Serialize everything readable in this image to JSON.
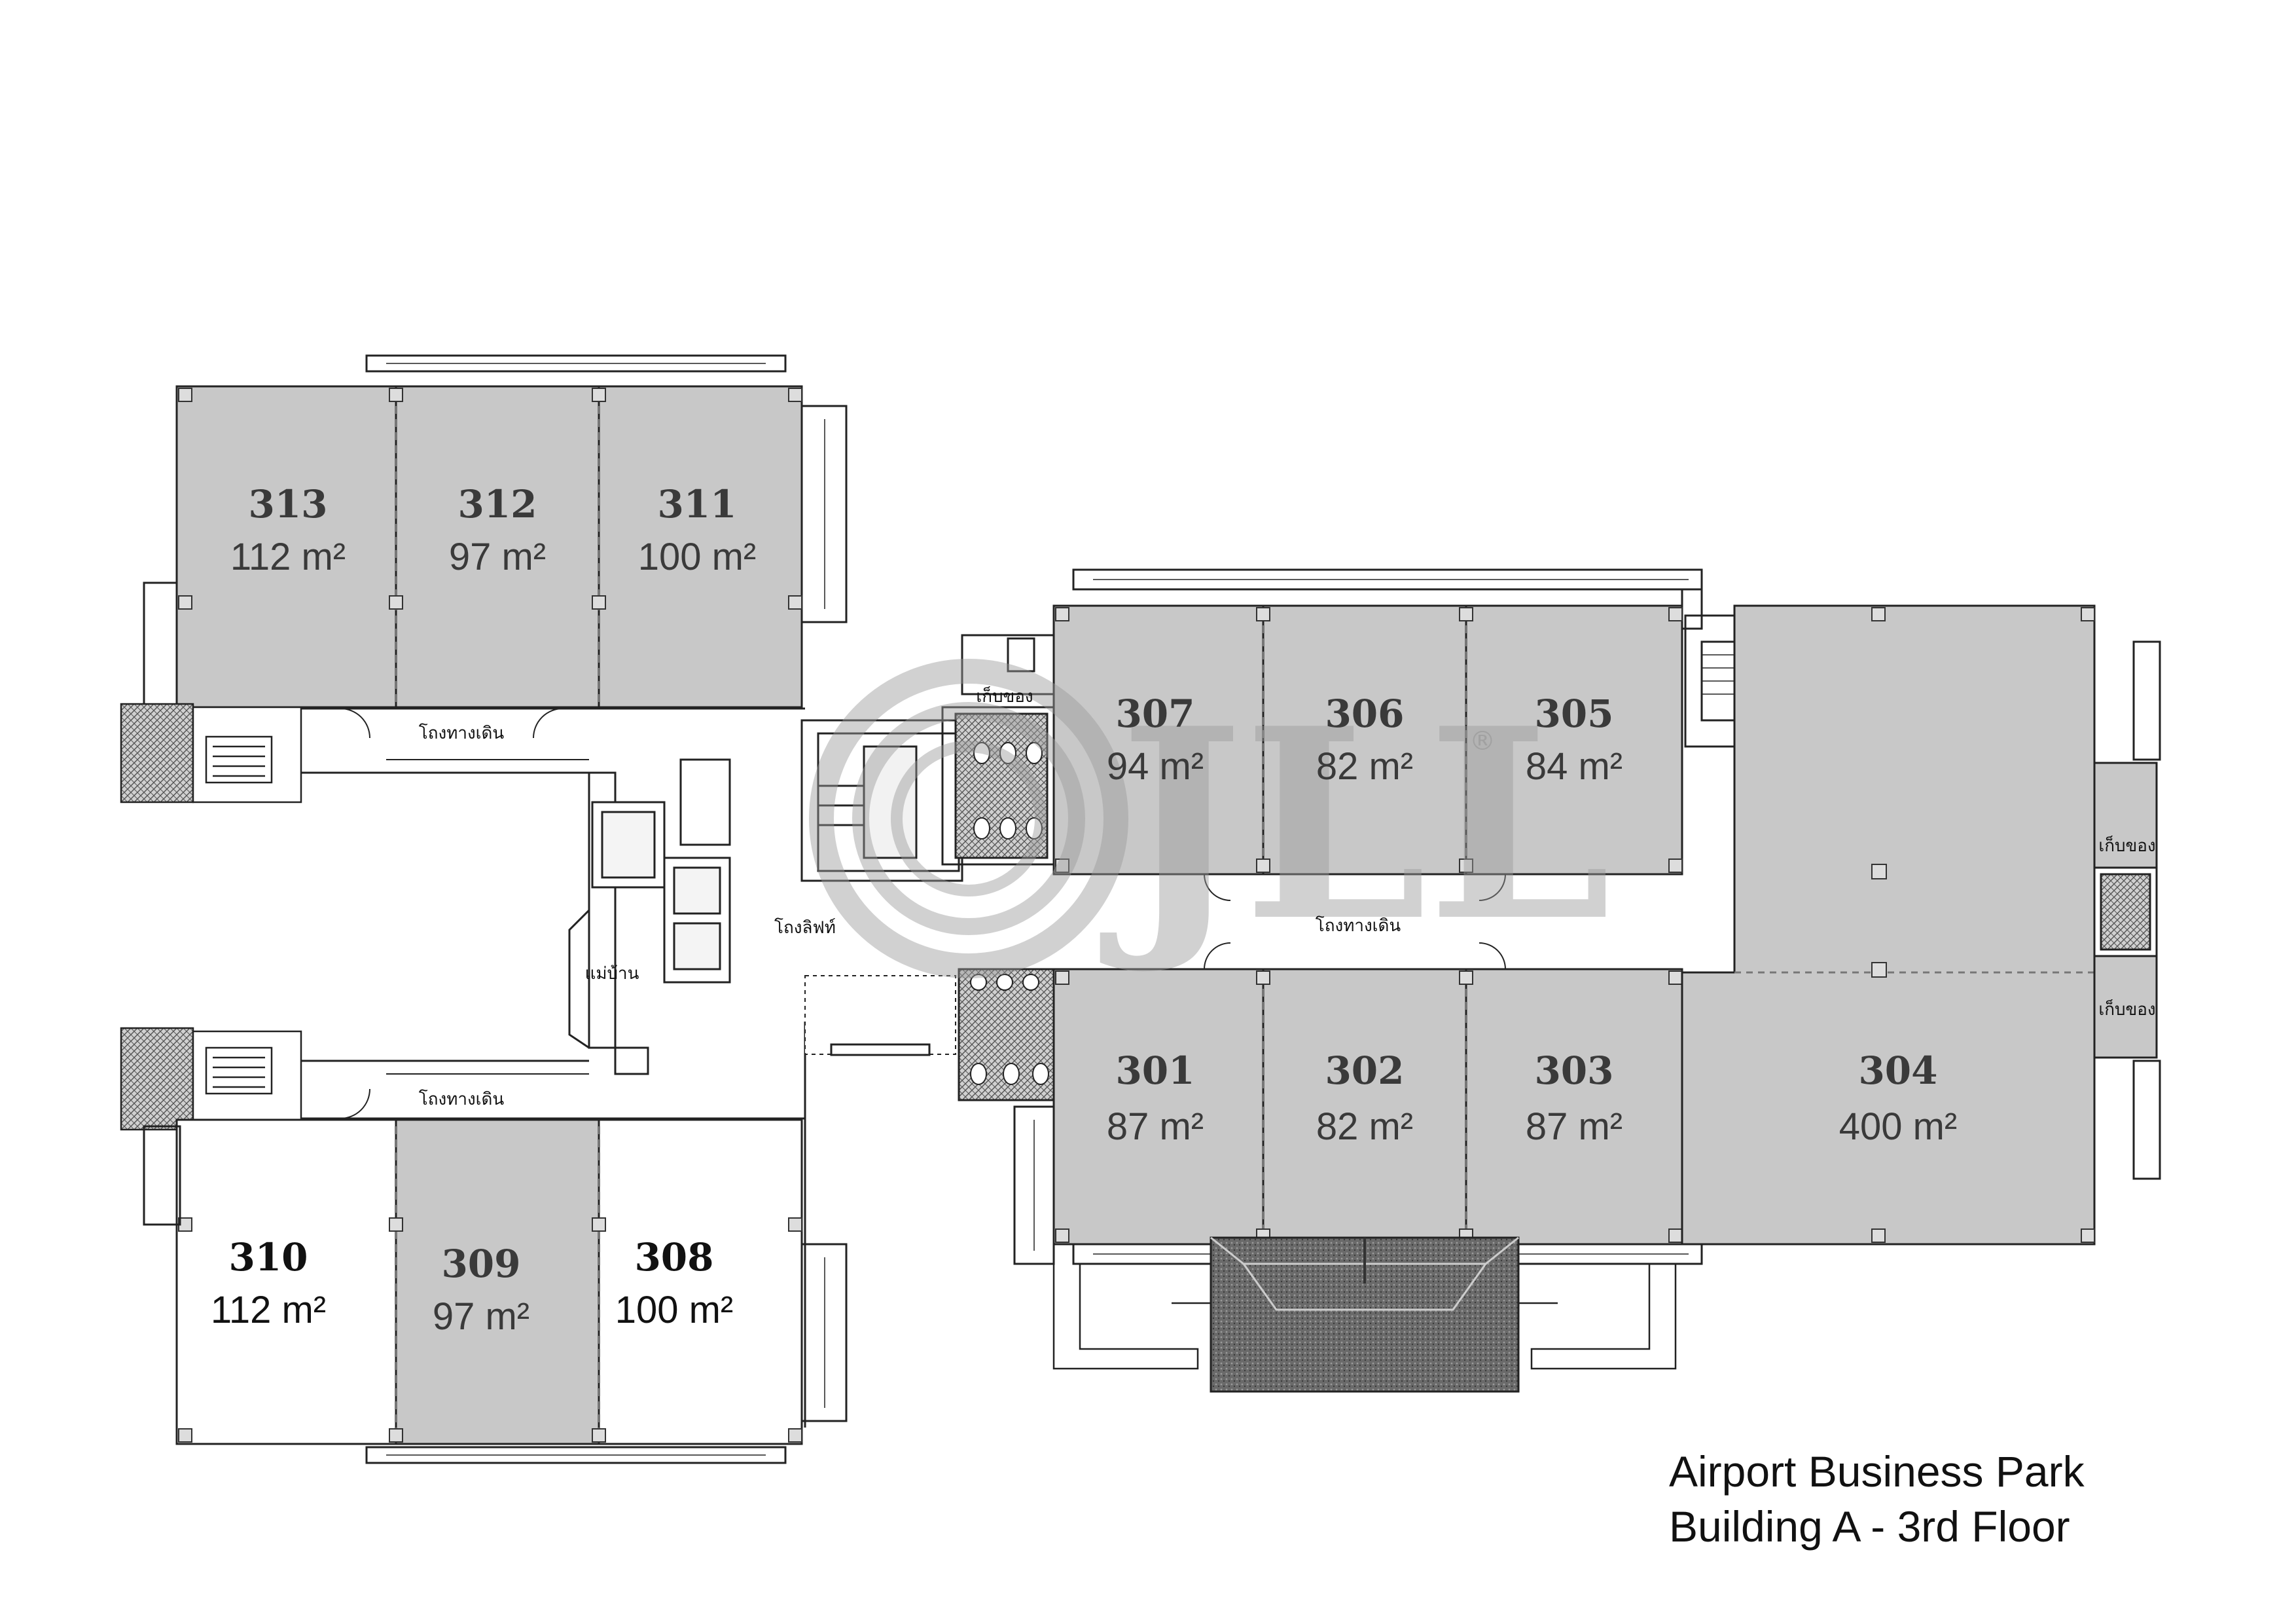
{
  "caption": {
    "line1": "Airport Business Park",
    "line2": "Building A - 3rd Floor"
  },
  "watermark": {
    "brand": "JLL",
    "mark": "®"
  },
  "colors": {
    "leased": "#c8c8c8",
    "available": "#ffffff",
    "line": "#222222",
    "dotted": "#777777"
  },
  "units": [
    {
      "id": "313",
      "number": "313",
      "area": "112 m²",
      "shaded": true
    },
    {
      "id": "312",
      "number": "312",
      "area": "97 m²",
      "shaded": true
    },
    {
      "id": "311",
      "number": "311",
      "area": "100 m²",
      "shaded": true
    },
    {
      "id": "307",
      "number": "307",
      "area": "94 m²",
      "shaded": true
    },
    {
      "id": "306",
      "number": "306",
      "area": "82 m²",
      "shaded": true
    },
    {
      "id": "305",
      "number": "305",
      "area": "84 m²",
      "shaded": true
    },
    {
      "id": "301",
      "number": "301",
      "area": "87 m²",
      "shaded": true
    },
    {
      "id": "302",
      "number": "302",
      "area": "82 m²",
      "shaded": true
    },
    {
      "id": "303",
      "number": "303",
      "area": "87 m²",
      "shaded": true
    },
    {
      "id": "304",
      "number": "304",
      "area": "400 m²",
      "shaded": true
    },
    {
      "id": "310",
      "number": "310",
      "area": "112 m²",
      "shaded": false
    },
    {
      "id": "309",
      "number": "309",
      "area": "97 m²",
      "shaded": true
    },
    {
      "id": "308",
      "number": "308",
      "area": "100 m²",
      "shaded": false
    }
  ],
  "labels": {
    "corridor_top_left": "โถงทางเดิน",
    "corridor_bottom_left": "โถงทางเดิน",
    "corridor_right": "โถงทางเดิน",
    "lift_lobby": "โถงลิฟท์",
    "housekeeping": "แม่บ้าน",
    "storage_center": "เก็บของ",
    "storage_right_top": "เก็บของ",
    "storage_right_bottom": "เก็บของ"
  }
}
